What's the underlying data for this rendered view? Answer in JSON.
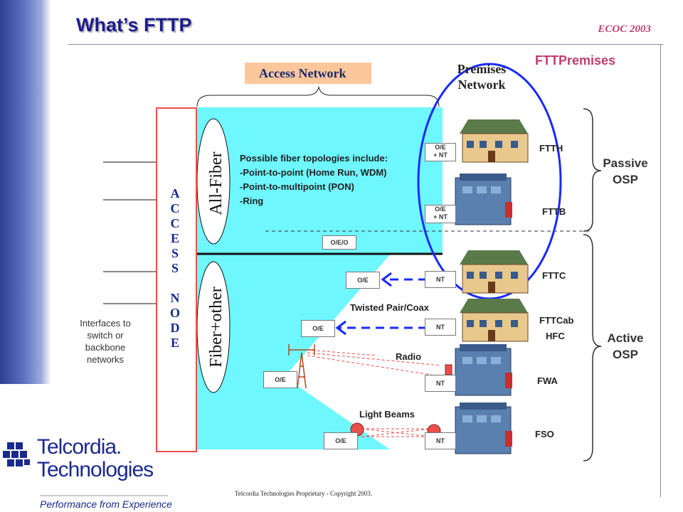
{
  "header": {
    "title": "What’s FTTP",
    "conference": "ECOC 2003"
  },
  "fttp_premises_label": "FTTPremises",
  "access_network_label": "Access Network",
  "premises_network_label": [
    "Premises",
    "Network"
  ],
  "access_node_label": "A\nC\nC\nE\nS\nS\n\nN\nO\nD\nE",
  "all_fiber_label": "All-Fiber",
  "fiber_other_label": "Fiber+other",
  "topologies": {
    "heading": "Possible fiber topologies include:",
    "items": [
      "-Point-to-point (Home Run, WDM)",
      "-Point-to-multipoint (PON)",
      "-Ring"
    ]
  },
  "equipment": {
    "oe_nt": [
      "O/E",
      "+ NT"
    ],
    "oeo": "O/E/O",
    "oe": "O/E",
    "nt": "NT"
  },
  "medium_labels": {
    "twisted_pair": "Twisted Pair/Coax",
    "radio": "Radio",
    "light_beams": "Light Beams"
  },
  "services": [
    "FTTH",
    "FTTB",
    "FTTC",
    "FTTCab",
    "HFC",
    "FWA",
    "FSO"
  ],
  "osp": {
    "passive": [
      "Passive",
      "OSP"
    ],
    "active": [
      "Active",
      "OSP"
    ]
  },
  "interfaces_note": [
    "Interfaces to",
    "switch or",
    "backbone",
    "networks"
  ],
  "logo": {
    "line1": "Telcordia.",
    "line2": "Technologies",
    "tagline": "Performance from Experience"
  },
  "footer": "Telcordia Technologies Proprietary - Copyright 2003.",
  "colors": {
    "title": "#1c1c8c",
    "accent": "#c03c6e",
    "cyan": "#6ff7ff",
    "ring": "#1a2aff",
    "node_border": "#e8504a"
  },
  "icons": [
    "house-icon",
    "building-icon",
    "antenna-tower-icon",
    "light-beam-emitter-icon",
    "telcordia-logo"
  ]
}
